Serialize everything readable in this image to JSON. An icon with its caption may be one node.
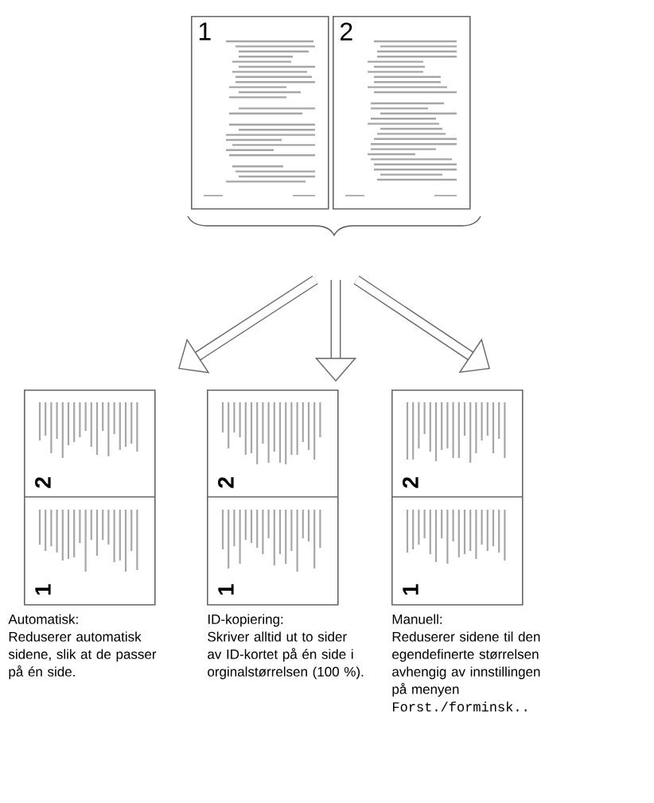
{
  "diagram": {
    "nodes": [
      {
        "text": [
          "1"
        ]
      },
      {
        "text": [
          "2"
        ]
      },
      {
        "text": [
          "2",
          "1"
        ],
        "beside": [
          "Automatisk:",
          "Reduserer automatisk sidene, slik at de passer på én side."
        ]
      },
      {
        "text": [
          "2",
          "1"
        ],
        "beside": [
          "ID-kopiering:",
          "Skriver alltid ut to sider av ID-kortet på én side i orginalstørrelsen (100 %)."
        ]
      },
      {
        "text": [
          "2",
          "1"
        ],
        "beside": [
          "Manuell:",
          "Reduserer sidene til den egendefinerte størrelsen avhengig av innstillingen på menyen",
          "Forst./forminsk.."
        ]
      }
    ],
    "edges": [
      {
        "from": null,
        "to": 2,
        "arrow": "to"
      },
      {
        "from": null,
        "to": 3,
        "arrow": "to"
      },
      {
        "from": null,
        "to": 4,
        "arrow": "to"
      }
    ]
  }
}
